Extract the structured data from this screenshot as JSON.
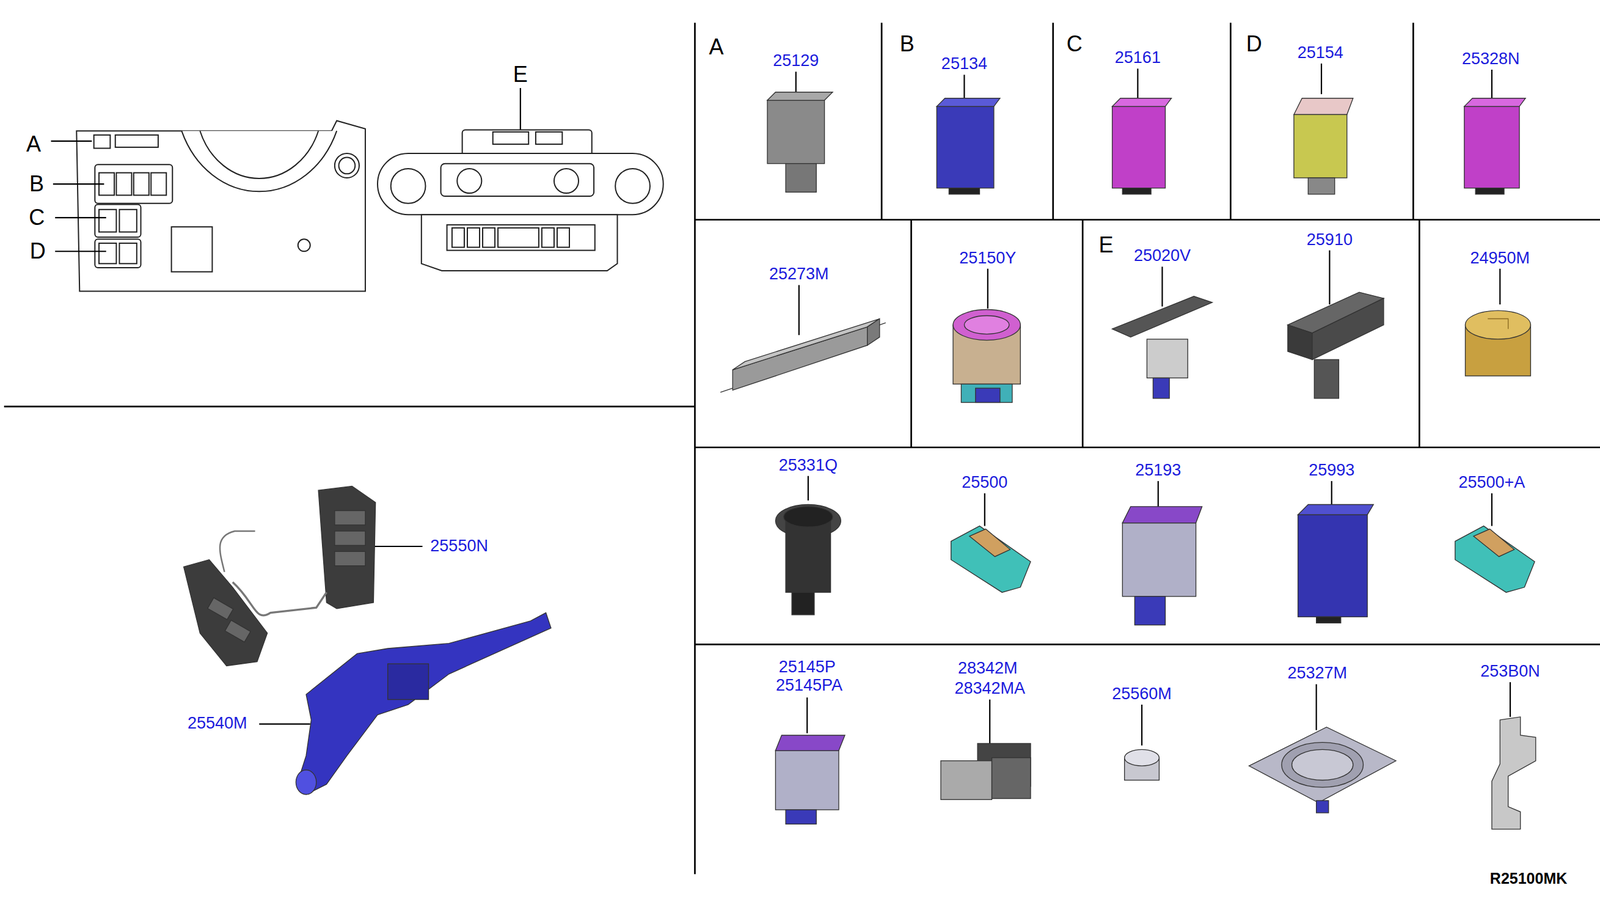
{
  "diagram": {
    "labels": [
      "E",
      "A",
      "B",
      "C",
      "D",
      "A",
      "25129",
      "B",
      "25134",
      "C",
      "25161",
      "D",
      "25154",
      "25328N",
      "25273M",
      "25150Y",
      "E",
      "25020V",
      "25910",
      "24950M",
      "25331Q",
      "25500",
      "25193",
      "25993",
      "25500+A",
      "25145P",
      "25145PA",
      "28342M",
      "28342MA",
      "25560M",
      "25327M",
      "253B0N",
      "25550N",
      "25540M",
      "R25100MK"
    ]
  }
}
